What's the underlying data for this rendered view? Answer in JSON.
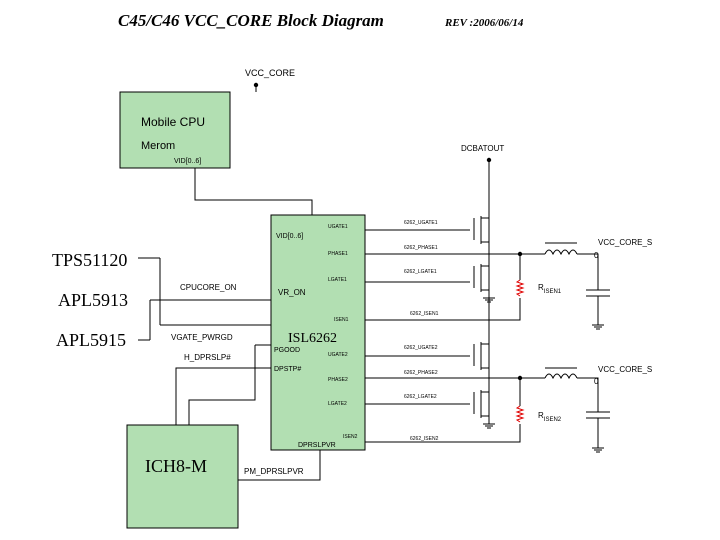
{
  "header": {
    "title": "C45/C46  VCC_CORE Block Diagram",
    "revision": "REV :2006/06/14"
  },
  "blocks": {
    "cpu": {
      "line1": "Mobile CPU",
      "line2": "Merom",
      "vid_label": "VID[0..6]"
    },
    "isl": {
      "name": "ISL6262",
      "pgood": "PGOOD",
      "dpstp": "DPSTP#",
      "dprslpvr": "DPRSLPVR",
      "isen2": "ISEN2"
    },
    "ich": {
      "name": "ICH8-M"
    }
  },
  "side_labels": {
    "tps": "TPS51120",
    "apl5913": "APL5913",
    "apl5915": "APL5915"
  },
  "nets": {
    "vcc_core": "VCC_CORE",
    "dcbatout": "DCBATOUT",
    "vid_in": "VID[0..6]",
    "cpucore_on": "CPUCORE_ON",
    "vr_on": "VR_ON",
    "vgate_pwrgd": "VGATE_PWRGD",
    "h_dprslp": "H_DPRSLP#",
    "pm_dprslpvr": "PM_DPRSLPVR",
    "vcc_core_s1_line1": "VCC_CORE_S",
    "vcc_core_s1_line2": "0",
    "vcc_core_s2_line1": "VCC_CORE_S",
    "vcc_core_s2_line2": "0",
    "risen1_r": "R",
    "risen1_sub": "ISEN1",
    "risen2_r": "R",
    "risen2_sub": "ISEN2"
  },
  "pins": {
    "ugate1": "UGATE1",
    "phase1": "PHASE1",
    "lgate1": "LGATE1",
    "isen1": "ISEN1",
    "ugate2": "UGATE2",
    "phase2": "PHASE2",
    "lgate2": "LGATE2"
  },
  "small_labels": {
    "ugate1": "6262_UGATE1",
    "phase1": "6262_PHASE1",
    "lgate1": "6262_LGATE1",
    "isen1": "6262_ISEN1",
    "ugate2": "6262_UGATE2",
    "phase2": "6262_PHASE2",
    "lgate2": "6262_LGATE2",
    "isen2": "6262_ISEN2"
  }
}
